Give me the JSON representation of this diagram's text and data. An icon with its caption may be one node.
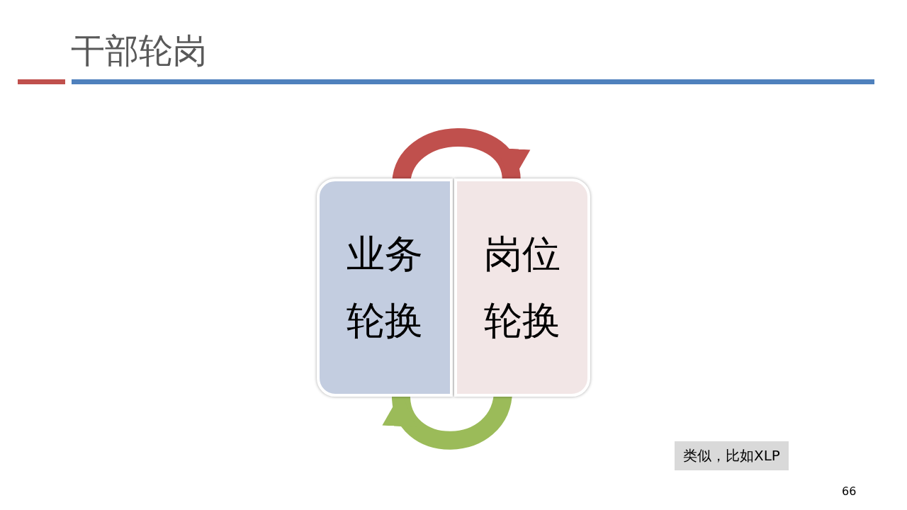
{
  "diagram": {
    "title": "干部轮岗",
    "nodes": [
      {
        "text": [
          "业务轮换"
        ]
      },
      {
        "text": [
          "岗位轮换"
        ]
      }
    ],
    "edges": [
      {
        "from": 0,
        "to": 1,
        "arrow": "to",
        "color": "#c0504d"
      },
      {
        "from": 1,
        "to": 0,
        "arrow": "to",
        "color": "#9bbb59"
      }
    ],
    "labels": [
      "类似，比如XLP",
      "66"
    ]
  }
}
